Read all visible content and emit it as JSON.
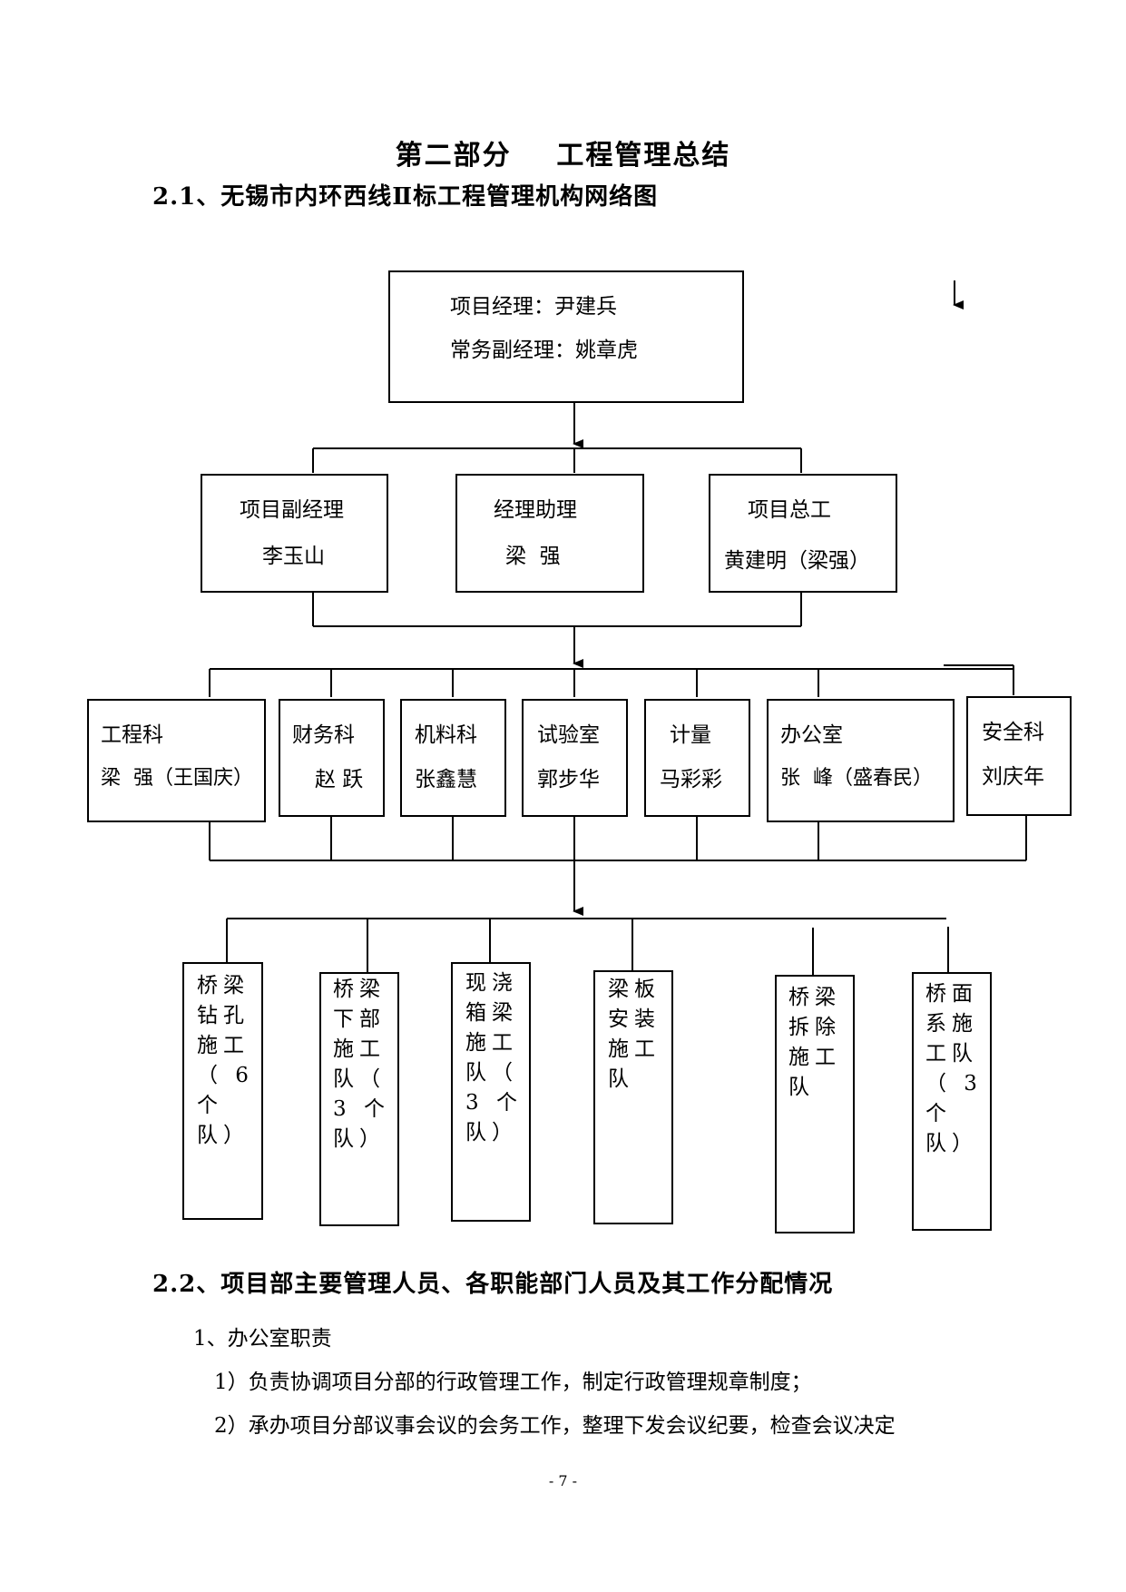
{
  "title": "第二部分    工程管理总结",
  "section1": "2.1、无锡市内环西线Ⅱ标工程管理机构网络图",
  "org": {
    "top": {
      "line1": "项目经理：尹建兵",
      "line2": "常务副经理：姚章虎"
    },
    "level2": [
      {
        "line1": "项目副经理",
        "line2": "李玉山"
      },
      {
        "line1": "经理助理",
        "line2": "梁  强"
      },
      {
        "line1": "项目总工",
        "line2": "黄建明（梁强）"
      }
    ],
    "departments": [
      {
        "line1": "工程科",
        "line2": "梁  强（王国庆）"
      },
      {
        "line1": "财务科",
        "line2": "赵 跃"
      },
      {
        "line1": "机料科",
        "line2": "张鑫慧"
      },
      {
        "line1": "试验室",
        "line2": "郭步华"
      },
      {
        "line1": "计量",
        "line2": "马彩彩"
      },
      {
        "line1": "办公室",
        "line2": "张  峰（盛春民）"
      },
      {
        "line1": "安全科",
        "line2": "刘庆年"
      }
    ],
    "teams": [
      {
        "text": "桥梁钻孔施工（ 6 个队）"
      },
      {
        "text": "桥梁下部施工队（ 3 个队）"
      },
      {
        "text": "现浇箱梁施工队（ 3 个队）"
      },
      {
        "text": "梁板安装施工队"
      },
      {
        "text": "桥梁拆除施工队"
      },
      {
        "text": "桥面系施工队（ 3 个队）"
      }
    ]
  },
  "section2": "2.2、项目部主要管理人员、各职能部门人员及其工作分配情况",
  "paragraphs": [
    "1、办公室职责",
    "1）负责协调项目分部的行政管理工作，制定行政管理规章制度；",
    "2）承办项目分部议事会议的会务工作，整理下发会议纪要，检查会议决定"
  ],
  "page_number": "- 7 -"
}
